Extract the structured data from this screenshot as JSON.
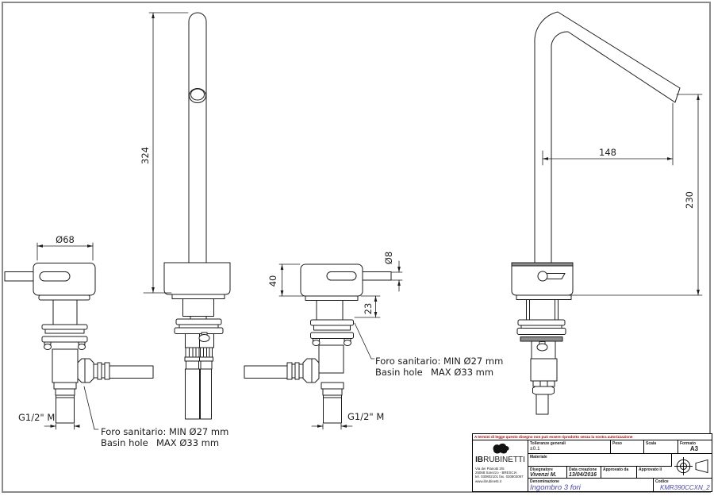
{
  "drawing": {
    "views": {
      "mixer_front": {
        "dim_width": "Ø68",
        "thread": "G1/2\" M",
        "note1": "Foro sanitario: MIN Ø27 mm",
        "note2_left": "Basin hole",
        "note2_right": "MAX Ø33 mm"
      },
      "spout_front": {
        "dim_height": "324"
      },
      "mixer_side": {
        "dim_body": "40",
        "dim_lever": "Ø8",
        "dim_under": "23",
        "thread": "G1/2\" M",
        "note1": "Foro sanitario: MIN Ø27 mm",
        "note2_left": "Basin hole",
        "note2_right": "MAX Ø33 mm"
      },
      "spout_side": {
        "dim_reach": "148",
        "dim_height": "230"
      }
    }
  },
  "title_block": {
    "disclaimer": "A termini di legge questo disegno non può essere riprodotto senza la nostra autorizzazione",
    "company": {
      "brand_bold": "IB",
      "brand_rest": "RUBINETTI",
      "address1": "Via dei Pianotti 3/5",
      "address2": "25068 Sarezzo - BRESCIA",
      "address3": "tel. 030802101 fax. 030803097",
      "address4": "www.ibrubinetti.it"
    },
    "fields": {
      "tolleranze_label": "Tolleranze generali",
      "tolleranze_value": "±0.1",
      "peso_label": "Peso",
      "scala_label": "Scala",
      "formato_label": "Formato",
      "formato_value": "A3",
      "materiale_label": "Materiale",
      "disegnatore_label": "Disegnatore",
      "disegnatore_value": "Vivenzi M.",
      "data_label": "Data creazione",
      "data_value": "13/04/2016",
      "approvato_da_label": "Approvato da",
      "approvato_il_label": "Approvato il",
      "denominazione_label": "Denominazione",
      "denominazione_value": "Ingombro 3 fori",
      "codice_label": "Codice",
      "codice_value": "KMR390CCXN_2"
    },
    "colors": {
      "accent_blue": "#4646c8",
      "warning_red": "#bb0000"
    }
  }
}
